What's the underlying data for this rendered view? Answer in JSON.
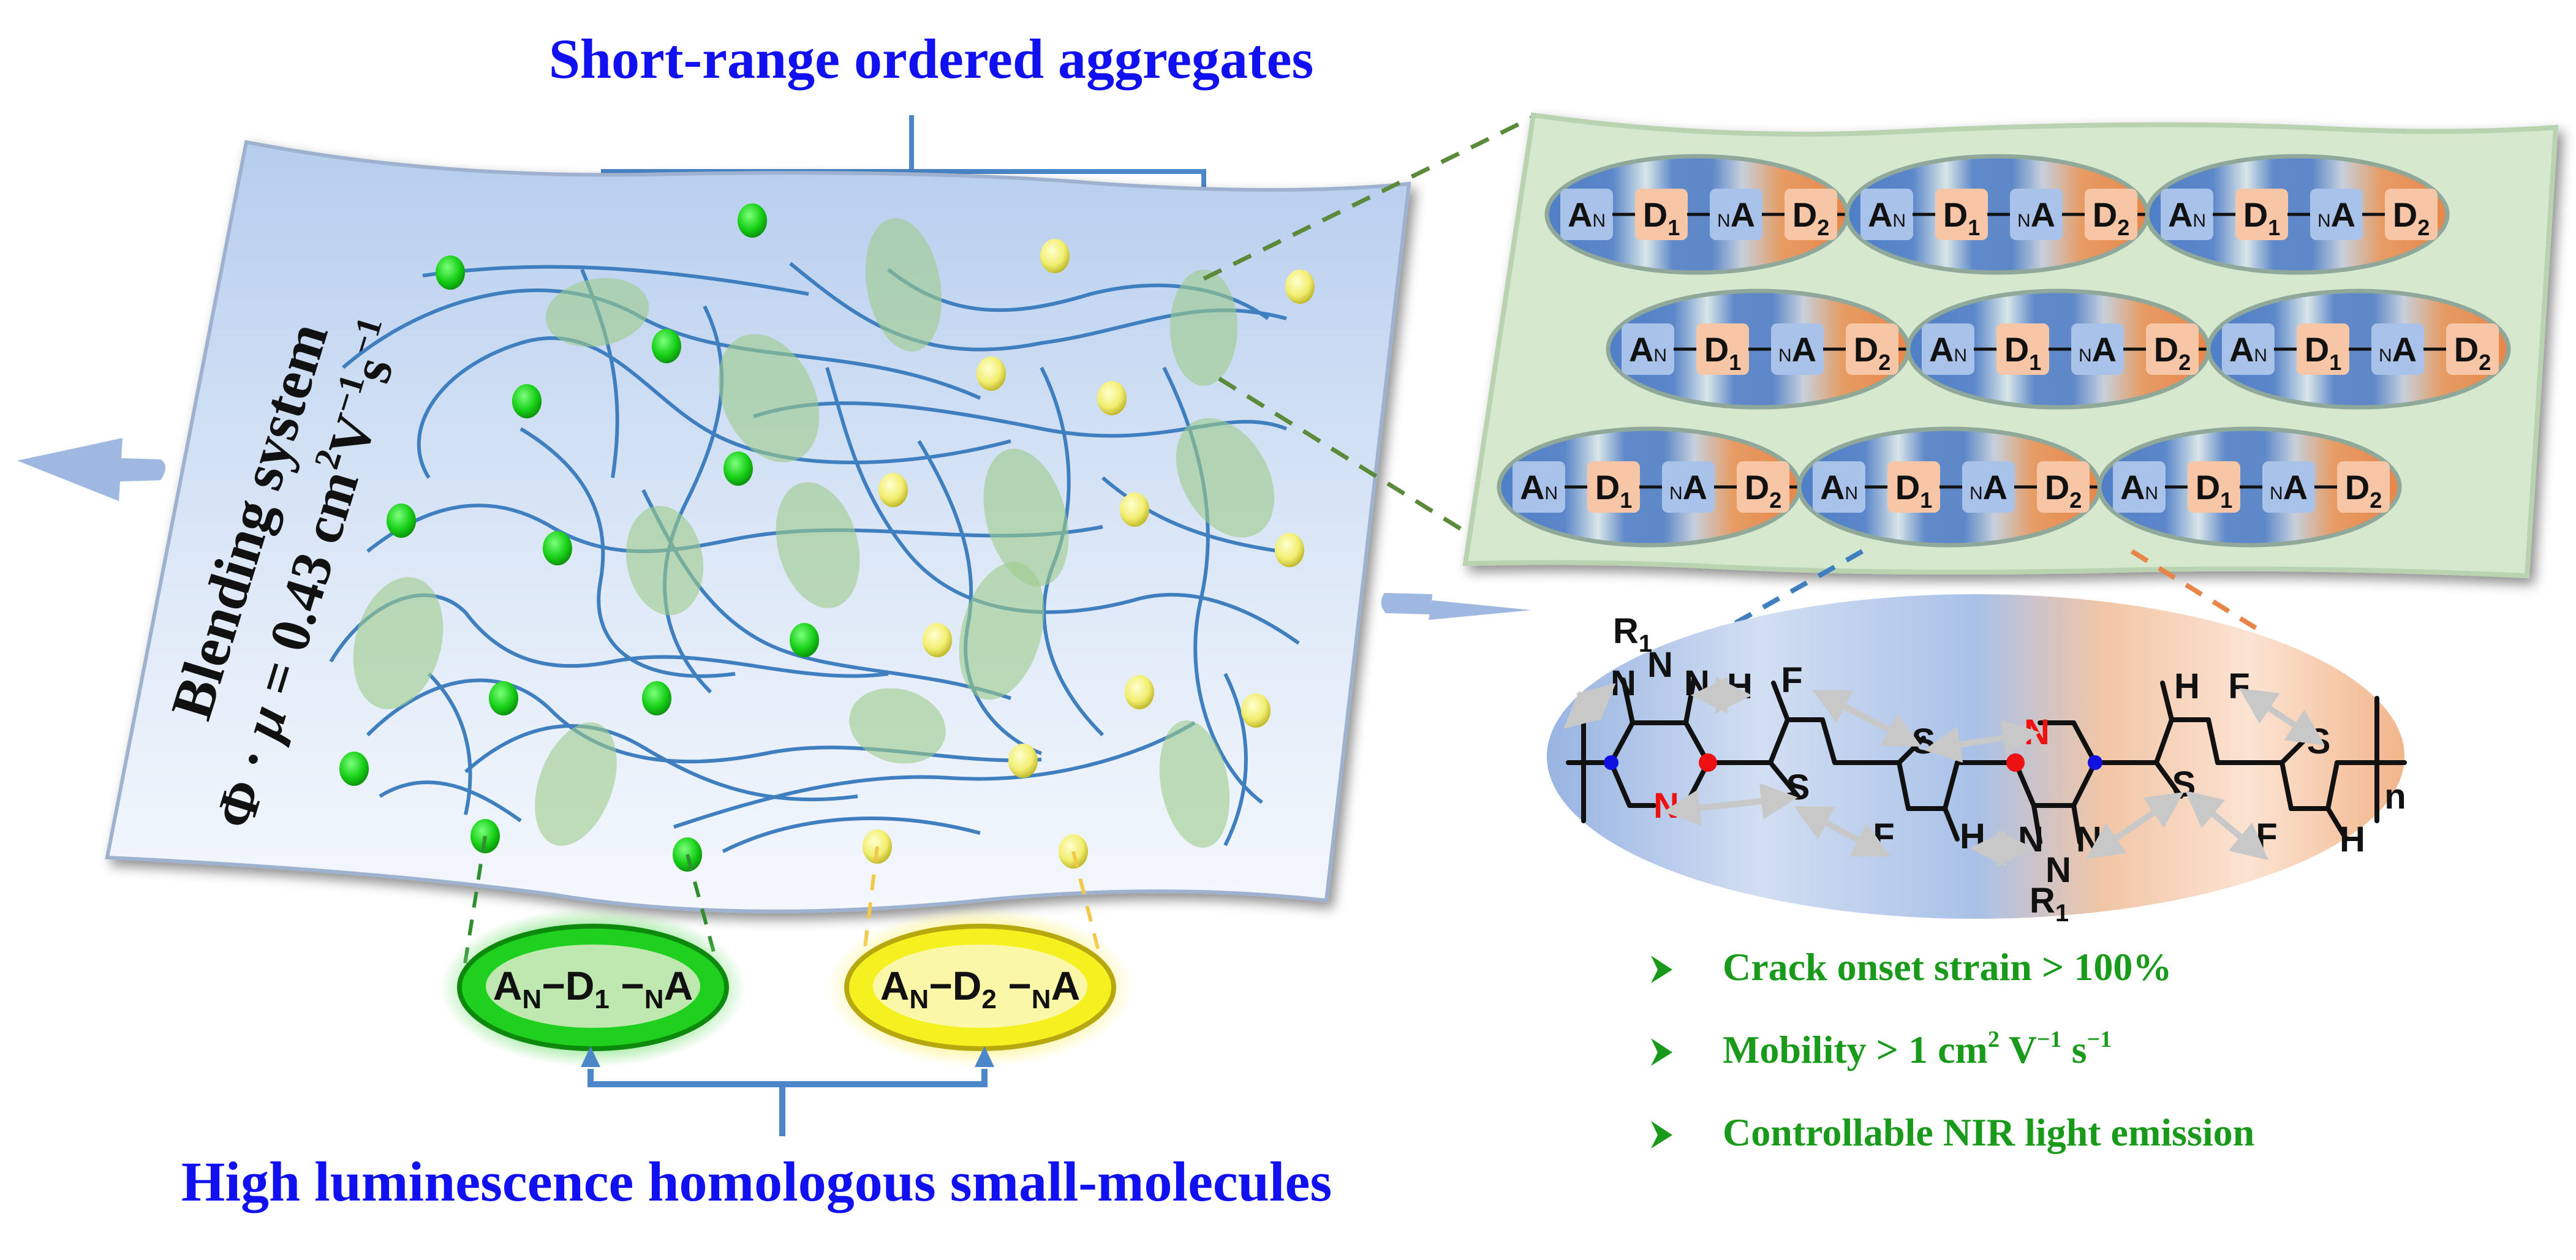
{
  "titles": {
    "top": "Short-range ordered aggregates",
    "bottom": "High luminescence homologous small-molecules"
  },
  "blend_panel": {
    "line1": "Blending system",
    "line2_prefix": "Φ · ",
    "line2_mu": "μ",
    "line2_eq": " = 0.43 cm",
    "line2_sup1": "2",
    "line2_v": "V",
    "line2_sup2": "−1",
    "line2_s": "s",
    "line2_sup3": "−1"
  },
  "small_molecules": [
    {
      "label_a": "A",
      "sub_a": "N",
      "dash1": "−",
      "label_d": "D",
      "sub_d": "1",
      "dash2": "−",
      "pre_n": "N",
      "label_b": "A",
      "color": "#22cc22"
    },
    {
      "label_a": "A",
      "sub_a": "N",
      "dash1": "−",
      "label_d": "D",
      "sub_d": "2",
      "dash2": "−",
      "pre_n": "N",
      "label_b": "A",
      "color": "#f0ec10"
    }
  ],
  "polymer_unit": {
    "blocks": [
      {
        "main": "A",
        "sub": "N",
        "type": "acceptor",
        "pos": "after"
      },
      {
        "main": "D",
        "sub": "1",
        "type": "donor",
        "pos": "sub"
      },
      {
        "main": "A",
        "sub": "N",
        "type": "acceptor",
        "pos": "before"
      },
      {
        "main": "D",
        "sub": "2",
        "type": "donor",
        "pos": "sub"
      }
    ],
    "rows": 3,
    "units_per_row": 3
  },
  "structure_labels": {
    "R1": "R",
    "R1_sub": "1",
    "N": "N",
    "S": "S",
    "F": "F",
    "H": "H",
    "n": "n"
  },
  "features": [
    {
      "text": "Crack onset strain > 100%"
    },
    {
      "text_pre": "Mobility > 1 cm",
      "sup1": "2",
      "mid": " V",
      "sup2": "−1",
      "mid2": " s",
      "sup3": "−1"
    },
    {
      "text": "Controllable NIR light emission"
    }
  ],
  "colors": {
    "title_blue": "#1010f0",
    "feature_green": "#1a9a1a",
    "arrow_blue": "#4a86c8",
    "chain_blue": "#3f7fbf",
    "aggregate_green": "#9ccb8a",
    "dot_green": "#22dd22",
    "dot_yellow": "#f3f07a",
    "acceptor_box": "#a9c2ea",
    "donor_box": "#f7c6a6",
    "panel_green": "#d5e8cf"
  }
}
